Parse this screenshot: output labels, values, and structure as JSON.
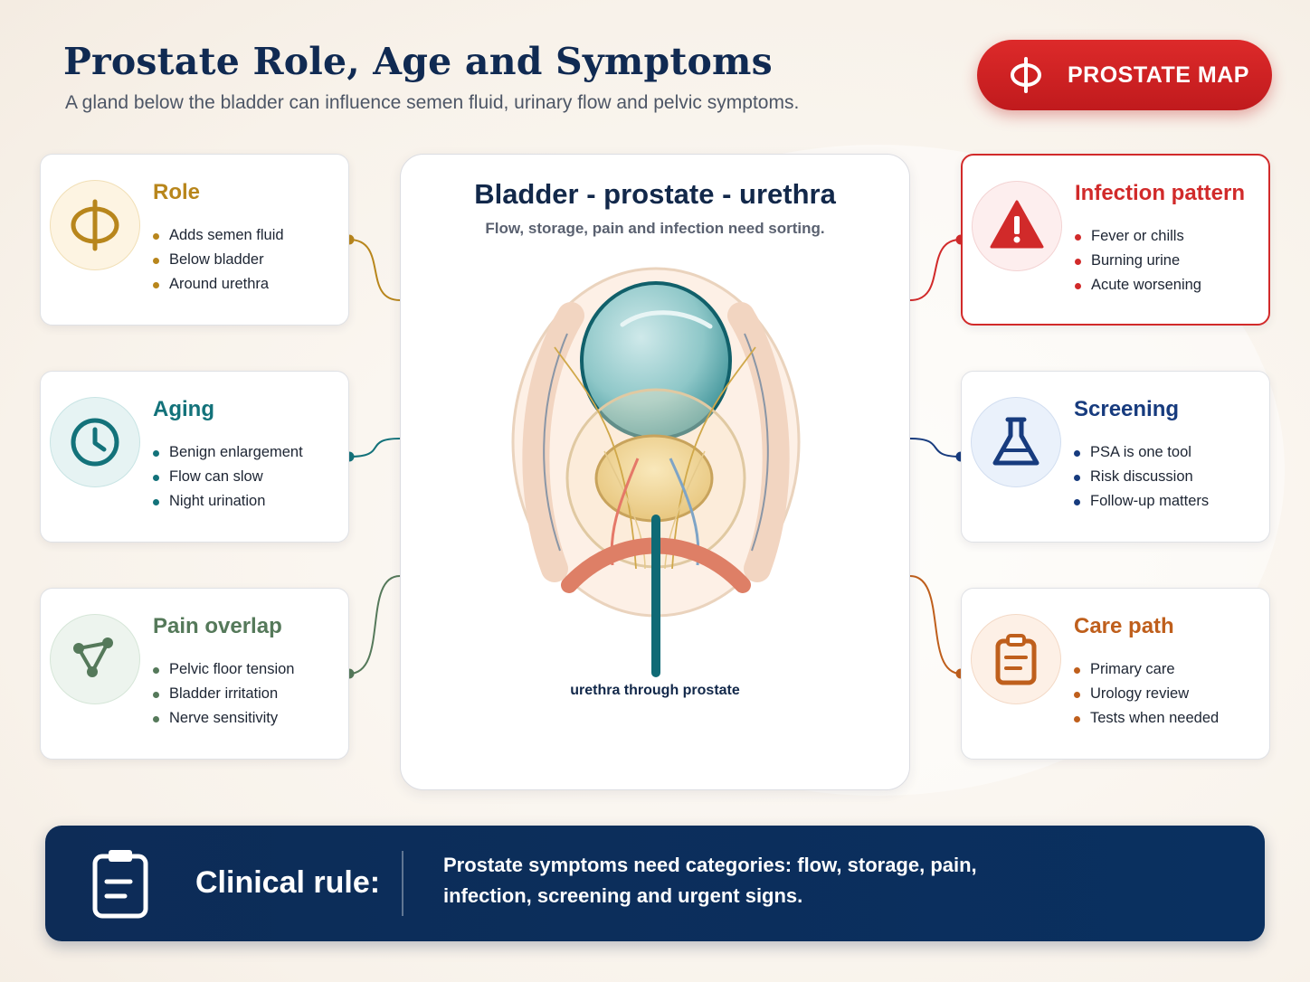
{
  "header": {
    "title": "Prostate Role, Age and Symptoms",
    "subtitle": "A gland below the bladder can influence semen fluid, urinary flow and pelvic symptoms.",
    "badge_label": "PROSTATE MAP"
  },
  "center": {
    "title": "Bladder - prostate - urethra",
    "subtitle": "Flow, storage, pain and infection need sorting.",
    "urethra_label": "urethra through prostate"
  },
  "cards": {
    "role": {
      "title": "Role",
      "color": "#b8861c",
      "items": [
        "Adds semen fluid",
        "Below bladder",
        "Around urethra"
      ]
    },
    "aging": {
      "title": "Aging",
      "color": "#13727a",
      "items": [
        "Benign enlargement",
        "Flow can slow",
        "Night urination"
      ]
    },
    "pain": {
      "title": "Pain overlap",
      "color": "#55795a",
      "items": [
        "Pelvic floor tension",
        "Bladder irritation",
        "Nerve sensitivity"
      ]
    },
    "infection": {
      "title": "Infection pattern",
      "color": "#d12a2a",
      "items": [
        "Fever or chills",
        "Burning urine",
        "Acute worsening"
      ]
    },
    "screening": {
      "title": "Screening",
      "color": "#173b7e",
      "items": [
        "PSA is one tool",
        "Risk discussion",
        "Follow-up matters"
      ]
    },
    "care": {
      "title": "Care path",
      "color": "#bf5f1c",
      "items": [
        "Primary care",
        "Urology review",
        "Tests when needed"
      ]
    }
  },
  "banner": {
    "label": "Clinical rule:",
    "text": "Prostate symptoms need categories: flow, storage, pain, infection, screening and urgent signs."
  }
}
